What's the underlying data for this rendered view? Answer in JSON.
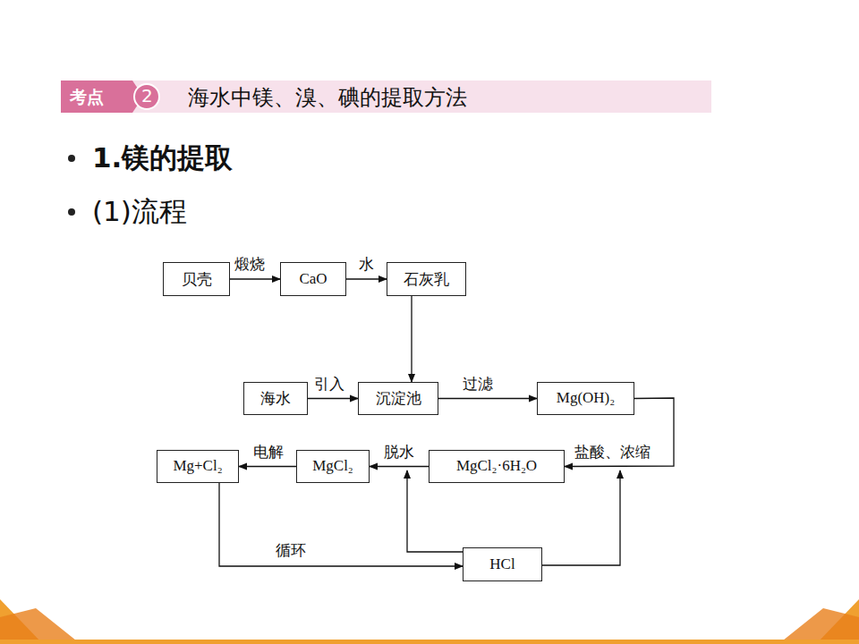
{
  "diagram": {
    "title": "海水中镁、溴、碘的提取方法",
    "nodes": [
      {
        "text": [
          "贝壳"
        ]
      },
      {
        "text": [
          "CaO"
        ]
      },
      {
        "text": [
          "石灰乳"
        ]
      },
      {
        "text": [
          "海水"
        ]
      },
      {
        "text": [
          "沉淀池"
        ]
      },
      {
        "text": [
          "Mg(OH)₂"
        ]
      },
      {
        "text": [
          "Mg+Cl₂"
        ]
      },
      {
        "text": [
          "MgCl₂"
        ]
      },
      {
        "text": [
          "MgCl₂·6H₂O"
        ]
      },
      {
        "text": [
          "HCl"
        ]
      }
    ],
    "edges": [
      {
        "from": 0,
        "to": 1,
        "label": "煅烧",
        "arrow": "to"
      },
      {
        "from": 1,
        "to": 2,
        "label": "水",
        "arrow": "to"
      },
      {
        "from": 2,
        "to": 4,
        "arrow": "to"
      },
      {
        "from": 3,
        "to": 4,
        "label": "引入",
        "arrow": "to"
      },
      {
        "from": 4,
        "to": 5,
        "label": "过滤",
        "arrow": "to"
      },
      {
        "from": 5,
        "to": 8,
        "label": "盐酸、浓缩",
        "arrow": "to"
      },
      {
        "from": 8,
        "to": 7,
        "label": "脱水",
        "arrow": "to"
      },
      {
        "from": 7,
        "to": 6,
        "label": "电解",
        "arrow": "to"
      },
      {
        "from": 6,
        "to": 9,
        "label": "循环",
        "arrow": "to"
      }
    ],
    "labels": [
      "考点",
      "2",
      "1.镁的提取",
      "(1)流程"
    ]
  }
}
